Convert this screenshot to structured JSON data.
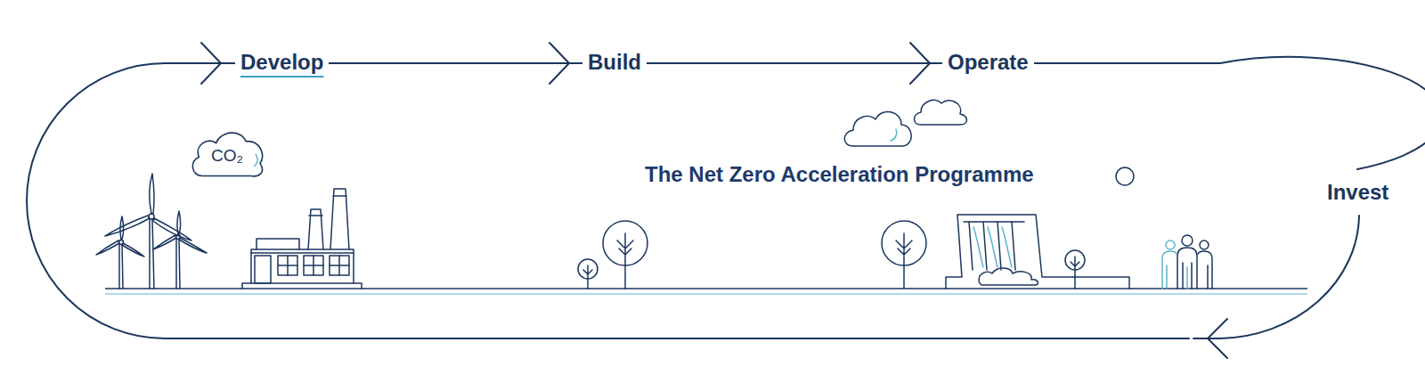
{
  "diagram": {
    "title": "The Net Zero Acceleration Programme",
    "nodes": [
      {
        "text": [
          "CO₂"
        ]
      }
    ],
    "labels": [
      "Develop",
      "Build",
      "Operate",
      "Invest"
    ]
  }
}
